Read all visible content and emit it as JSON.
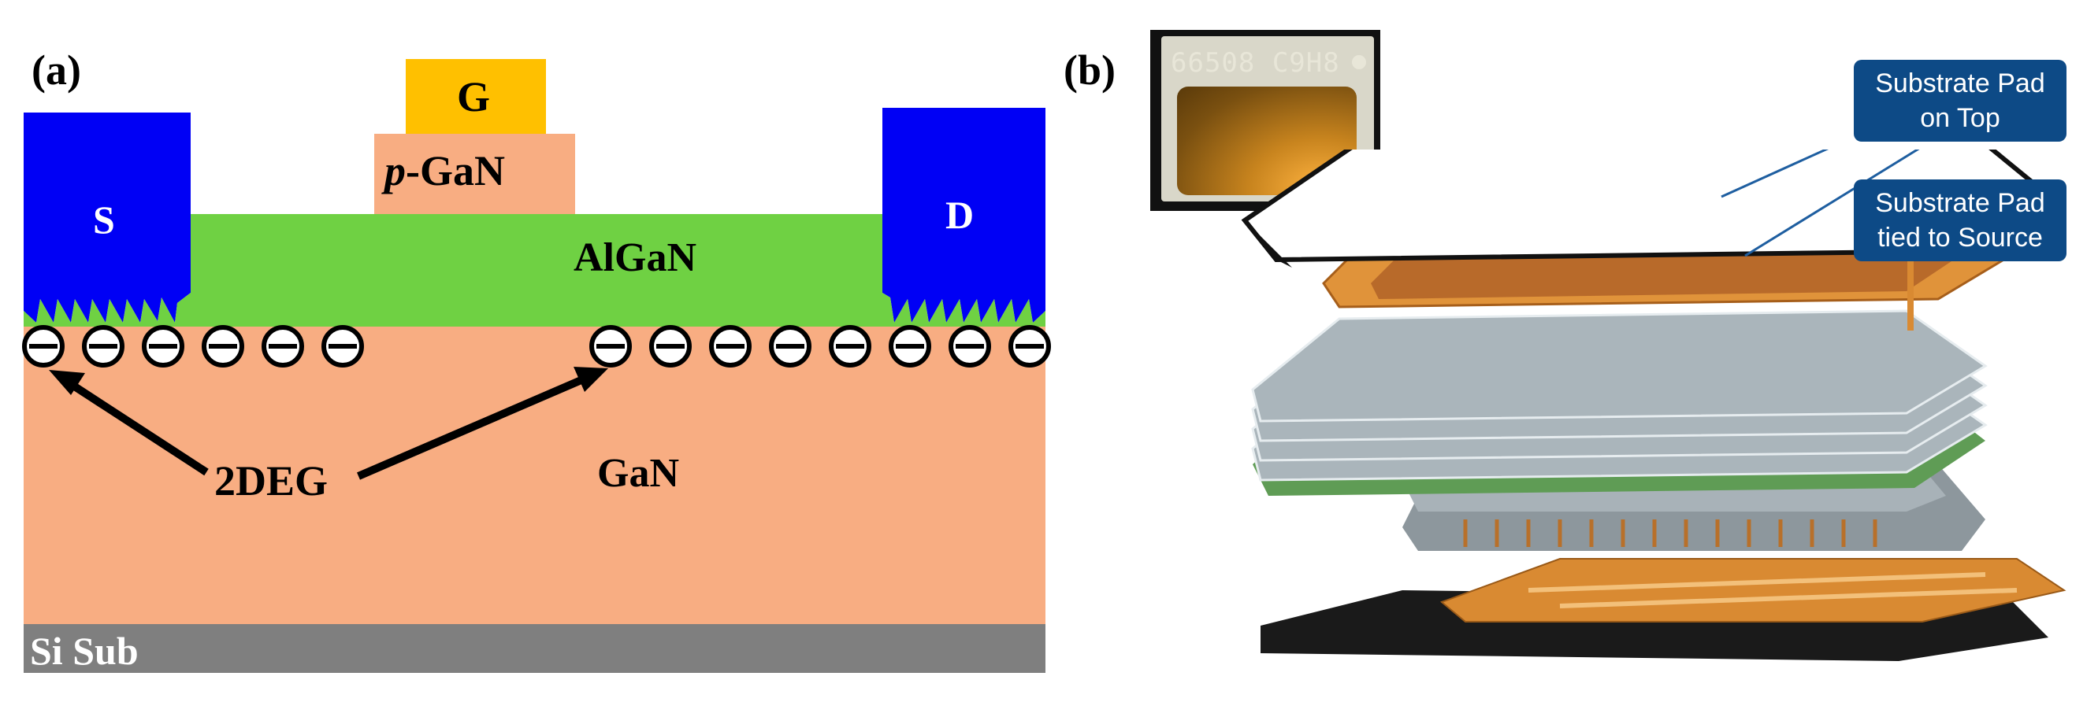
{
  "panel_a": {
    "label": "(a)",
    "layers": {
      "gate": "G",
      "p_gan_prefix": "p",
      "p_gan_suffix": "-GaN",
      "source": "S",
      "drain": "D",
      "algan": "AlGaN",
      "gan": "GaN",
      "substrate": "Si Sub",
      "twodeg": "2DEG"
    },
    "colors": {
      "gate": "#ffc000",
      "p_gan": "#f8ad82",
      "contact": "#0000f5",
      "algan": "#6fd143",
      "gan": "#f8ad82",
      "substrate": "#7f7f7f"
    }
  },
  "panel_b": {
    "label": "(b)",
    "inset_code": "66508 C9H8",
    "callouts": [
      {
        "line1": "Substrate Pad",
        "line2": "on Top"
      },
      {
        "line1": "Substrate Pad",
        "line2": "tied to Source"
      }
    ],
    "colors": {
      "callout_bg": "#0d4a86",
      "copper": "#d98a32",
      "pcb_green": "#5f9c55",
      "laminate": "#aab5bb"
    }
  }
}
